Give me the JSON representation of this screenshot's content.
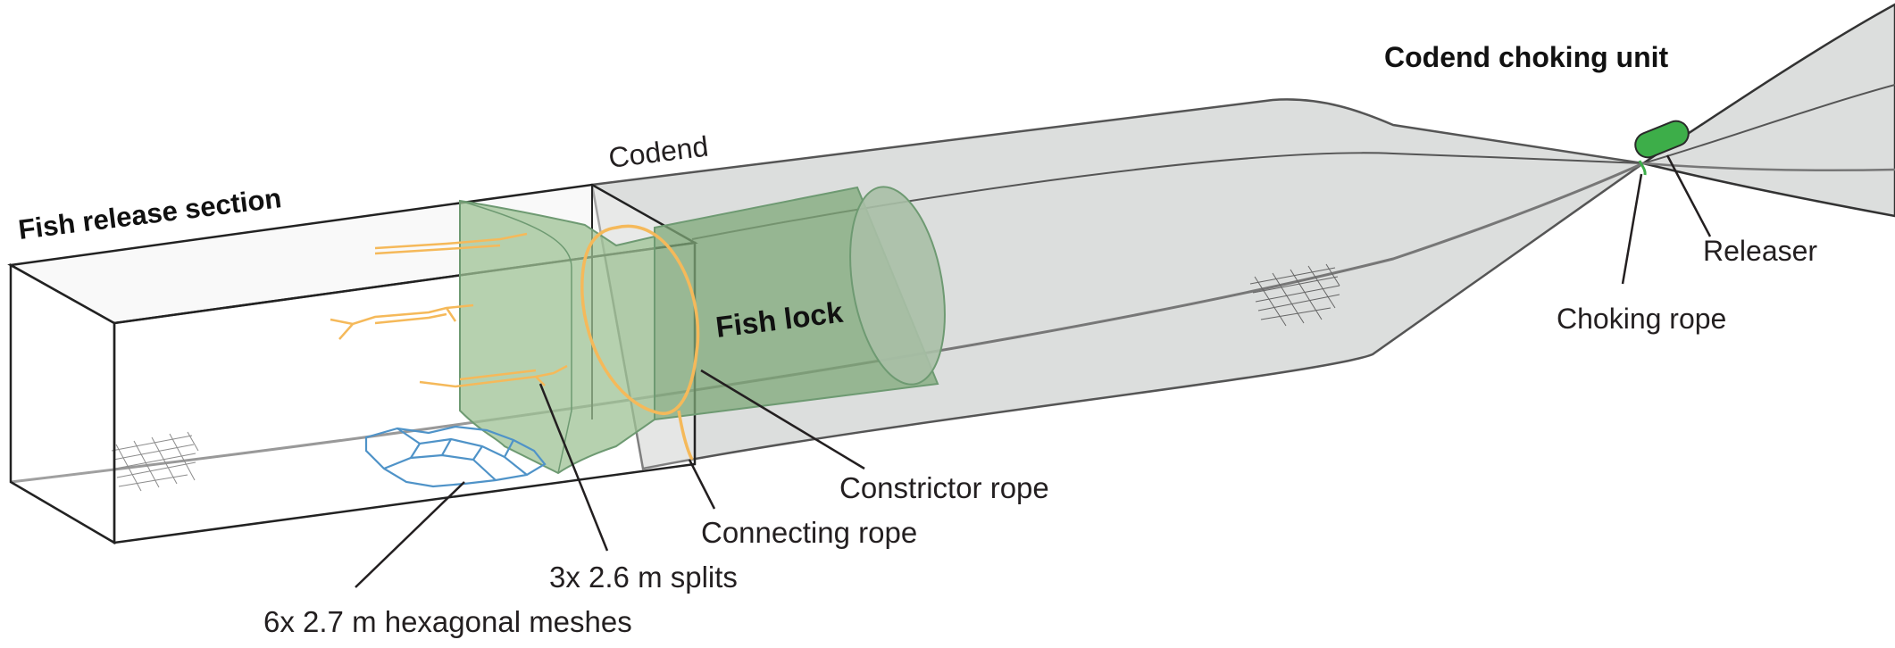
{
  "labels": {
    "fish_release_section": "Fish release section",
    "codend": "Codend",
    "fish_lock": "Fish lock",
    "codend_choking_unit": "Codend choking unit",
    "releaser": "Releaser",
    "choking_rope": "Choking rope",
    "constrictor_rope": "Constrictor rope",
    "connecting_rope": "Connecting rope",
    "splits": "3x 2.6 m splits",
    "hexagonal_meshes": "6x 2.7 m hexagonal meshes"
  },
  "colors": {
    "net_fill": "#dcdedd",
    "net_stroke": "#4a4a4a",
    "fish_lock_fill": "#8fb584",
    "fish_lock_stroke": "#6e9a72",
    "rope": "#f5b95a",
    "hex_mesh": "#4f93c8",
    "releaser": "#3dae49"
  }
}
